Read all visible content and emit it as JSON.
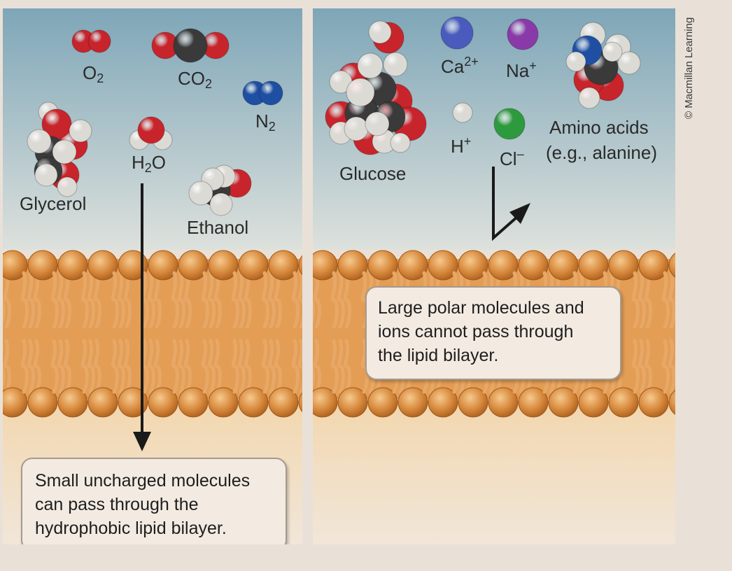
{
  "credit": "© Macmillan Learning",
  "left_panel": {
    "labels": {
      "o2": {
        "base": "O",
        "sub": "2"
      },
      "co2": {
        "base": "CO",
        "sub": "2"
      },
      "n2": {
        "base": "N",
        "sub": "2"
      },
      "glycerol": "Glycerol",
      "h2o": {
        "pre": "H",
        "sub": "2",
        "post": "O"
      },
      "ethanol": "Ethanol"
    },
    "callout": [
      "Small uncharged molecules",
      "can pass through the",
      "hydrophobic lipid bilayer."
    ]
  },
  "right_panel": {
    "labels": {
      "glucose": "Glucose",
      "ca": {
        "base": "Ca",
        "sup": "2+"
      },
      "na": {
        "base": "Na",
        "sup": "+"
      },
      "h": {
        "base": "H",
        "sup": "+"
      },
      "cl": {
        "base": "Cl",
        "sup": "–"
      },
      "amino_1": "Amino acids",
      "amino_2": "(e.g., alanine)"
    },
    "callout": [
      "Large polar molecules and",
      "ions cannot pass through",
      "the lipid bilayer."
    ]
  },
  "colors": {
    "oxygen": "#c8242b",
    "carbon": "#3a3a3a",
    "nitrogen": "#1f4fa3",
    "hydrogen": "#dcdad4",
    "calcium": "#4a5bbd",
    "sodium": "#8a3aa8",
    "chloride": "#2e9a3e",
    "lipid_head": "#d6873a",
    "lipid_tail": "#e7a867",
    "arrow": "#1a1a1a"
  }
}
